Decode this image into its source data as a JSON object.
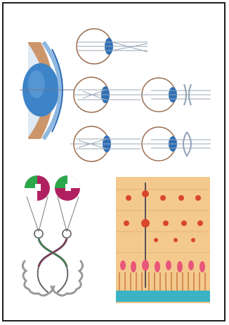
{
  "figure": {
    "panels": [
      {
        "name": "eye-cross-section",
        "label": ""
      },
      {
        "name": "ray-diagrams",
        "label": ""
      },
      {
        "name": "visual-pathway",
        "label": ""
      },
      {
        "name": "retina-layers",
        "label": ""
      }
    ]
  },
  "colors": {
    "background": "#ffffff",
    "frame": "#1f1f1f",
    "iris_blue": "#3c83c8",
    "lens_blue": "#2f6fb6",
    "sclera_outline": "#9a6b4c",
    "ray_lines": "#9aa7b5",
    "brown_outer": "#8b5a2b",
    "cornea_blue": "#8fb8df",
    "field_magenta": "#b02060",
    "field_green": "#2aa84a",
    "retina_bg": "#f4c98d",
    "retina_cell_red": "#d9462e",
    "retina_cell_pink": "#e8567a",
    "retina_base_teal": "#3bb3c4",
    "pathway_gray": "#777777"
  }
}
